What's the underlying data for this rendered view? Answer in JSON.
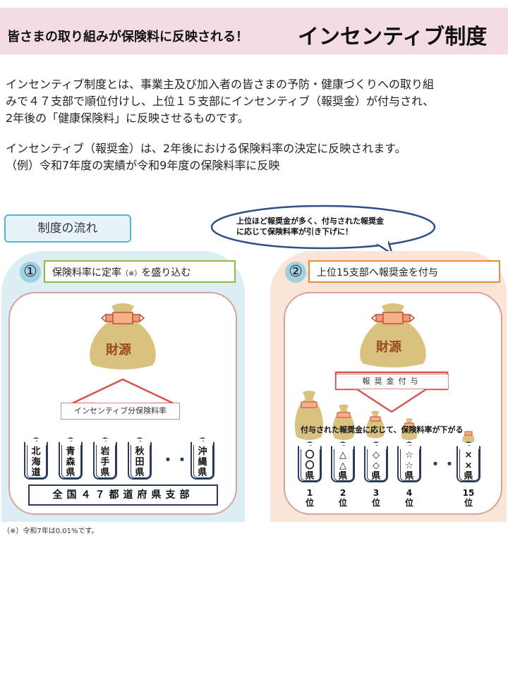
{
  "banner": {
    "lead": "皆さまの取り組みが保険料に反映される！",
    "title": "インセンティブ制度"
  },
  "intro": {
    "para1": [
      "インセンティブ制度とは、事業主及び加入者の皆さまの予防・健康づくりへの取り組",
      "みで４７支部で順位付けし、上位１５支部にインセンティブ（報奨金）が付与され、",
      "2年後の「健康保険料」に反映させるものです。"
    ],
    "para2": [
      "インセンティブ（報奨金）は、2年後における保険料率の決定に反映されます。",
      "（例）令和7年度の実績が令和9年度の保険料率に反映"
    ]
  },
  "flow_label": "制度の流れ",
  "bubble": {
    "line1": "上位ほど報奨金が多く、付与された報奨金",
    "line2": "に応じて保険料率が引き下げに！"
  },
  "step1": {
    "num": "①",
    "text": "保険料率に定率",
    "note": "（※）",
    "text2": "を盛り込む",
    "fund": "財源",
    "incentive_label": "インセンティブ分保険料率",
    "prefectures": [
      {
        "chars": [
          "北",
          "海",
          "道"
        ]
      },
      {
        "chars": [
          "青",
          "森",
          "県"
        ]
      },
      {
        "chars": [
          "岩",
          "手",
          "県"
        ]
      },
      {
        "chars": [
          "秋",
          "田",
          "県"
        ]
      },
      {
        "chars": [
          "沖",
          "縄",
          "県"
        ]
      }
    ],
    "dots": "・・・",
    "national": "全国４７都道府県支部"
  },
  "step2": {
    "num": "②",
    "text": "上位15支部へ報奨金を付与",
    "fund": "財源",
    "reward_label": "報奨金付与",
    "reduce_text": "付与された報奨金に応じて、保険料率が下がる",
    "dots": "・・・",
    "ranks": [
      {
        "chars": [
          "〇",
          "〇",
          "県"
        ],
        "rank": [
          "1",
          "位"
        ]
      },
      {
        "chars": [
          "△",
          "△",
          "県"
        ],
        "rank": [
          "2",
          "位"
        ]
      },
      {
        "chars": [
          "◇",
          "◇",
          "県"
        ],
        "rank": [
          "3",
          "位"
        ]
      },
      {
        "chars": [
          "☆",
          "☆",
          "県"
        ],
        "rank": [
          "4",
          "位"
        ]
      },
      {
        "chars": [
          "×",
          "×",
          "県"
        ],
        "rank": [
          "15",
          "位"
        ]
      }
    ]
  },
  "footnote": "（※）令和7年は0.01%です。",
  "colors": {
    "banner_bg": "#f4dde1",
    "panel_left_bg": "#dcedf4",
    "panel_right_bg": "#fbe5d6",
    "bag": "#d8c27e",
    "navy": "#2a3a5e"
  }
}
